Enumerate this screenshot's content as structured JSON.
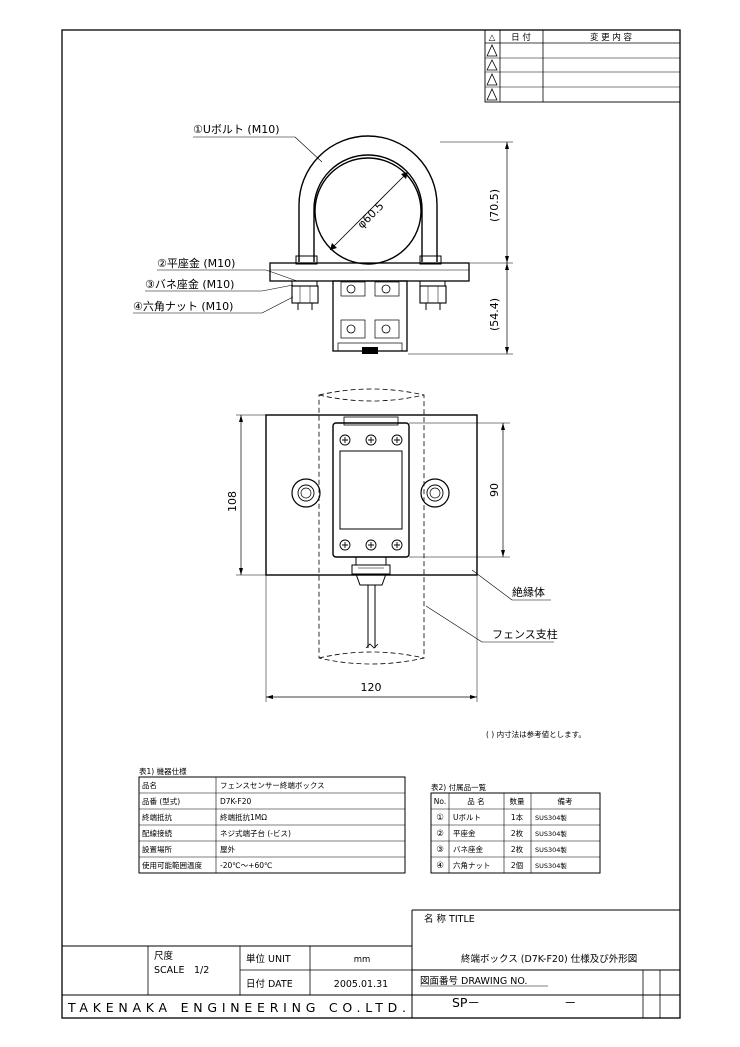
{
  "revision_table": {
    "headers": [
      "△",
      "日 付",
      "変 更 内 容"
    ],
    "rows": 4
  },
  "callouts": {
    "u_bolt": "①Uボルト (M10)",
    "flat_washer": "②平座金 (M10)",
    "spring_washer": "③バネ座金 (M10)",
    "hex_nut": "④六角ナット (M10)",
    "insulator": "絶縁体",
    "fence_post": "フェンス支柱"
  },
  "dimensions": {
    "pipe_diameter": "φ60.5",
    "height_upper": "(70.5)",
    "height_lower": "(54.4)",
    "plate_height": "108",
    "box_height": "90",
    "plate_width": "120"
  },
  "note": "(  ) 内寸法は参考値とします。",
  "spec_table": {
    "caption": "表1) 機器仕様",
    "rows": [
      [
        "品名",
        "フェンスセンサー終端ボックス"
      ],
      [
        "品番 (型式)",
        "D7K-F20"
      ],
      [
        "終端抵抗",
        "終端抵抗1MΩ"
      ],
      [
        "配線接続",
        "ネジ式端子台 (-ビス)"
      ],
      [
        "設置場所",
        "屋外"
      ],
      [
        "使用可能範囲温度",
        "-20℃～+60℃"
      ]
    ]
  },
  "parts_table": {
    "caption": "表2) 付属品一覧",
    "headers": [
      "No.",
      "品 名",
      "数量",
      "備考"
    ],
    "rows": [
      [
        "①",
        "Uボルト",
        "1本",
        "SUS304製"
      ],
      [
        "②",
        "平座金",
        "2枚",
        "SUS304製"
      ],
      [
        "③",
        "バネ座金",
        "2枚",
        "SUS304製"
      ],
      [
        "④",
        "六角ナット",
        "2個",
        "SUS304製"
      ]
    ]
  },
  "title_block": {
    "scale_label": "尺度",
    "scale_label_en": "SCALE",
    "scale_value": "1/2",
    "unit_label": "単位 UNIT",
    "unit_value": "mm",
    "date_label": "日付 DATE",
    "date_value": "2005.01.31",
    "name_label": "名 称 TITLE",
    "title": "終端ボックス (D7K-F20) 仕様及び外形図",
    "drawing_no_label": "図面番号 DRAWING NO.",
    "drawing_no": "SP－",
    "drawing_no_suffix": "－",
    "company": "TAKENAKA ENGINEERING CO.LTD."
  }
}
